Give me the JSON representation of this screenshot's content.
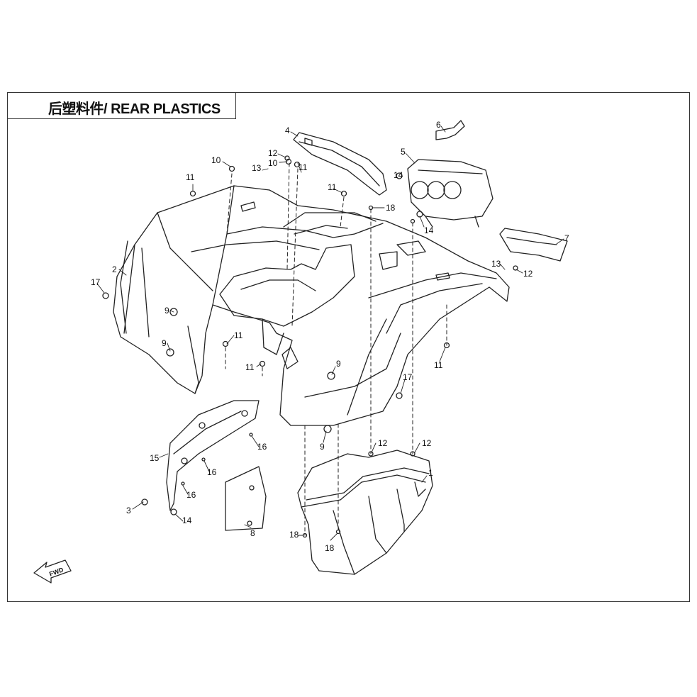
{
  "title": "后塑料件/ REAR PLASTICS",
  "fwd_label": "FWD",
  "callouts": [
    {
      "id": "c1",
      "text": "1"
    },
    {
      "id": "c2",
      "text": "2"
    },
    {
      "id": "c3",
      "text": "3"
    },
    {
      "id": "c4",
      "text": "4"
    },
    {
      "id": "c5",
      "text": "5"
    },
    {
      "id": "c6",
      "text": "6"
    },
    {
      "id": "c7",
      "text": "7"
    },
    {
      "id": "c8",
      "text": "8"
    },
    {
      "id": "c9a",
      "text": "9"
    },
    {
      "id": "c9b",
      "text": "9"
    },
    {
      "id": "c9c",
      "text": "9"
    },
    {
      "id": "c9d",
      "text": "9"
    },
    {
      "id": "c10a",
      "text": "10"
    },
    {
      "id": "c10b",
      "text": "10"
    },
    {
      "id": "c11a",
      "text": "11"
    },
    {
      "id": "c11b",
      "text": "11"
    },
    {
      "id": "c11c",
      "text": "11"
    },
    {
      "id": "c11d",
      "text": "11"
    },
    {
      "id": "c11e",
      "text": "11"
    },
    {
      "id": "c11f",
      "text": "11"
    },
    {
      "id": "c12a",
      "text": "12"
    },
    {
      "id": "c12b",
      "text": "12"
    },
    {
      "id": "c12c",
      "text": "12"
    },
    {
      "id": "c12d",
      "text": "12"
    },
    {
      "id": "c13a",
      "text": "13"
    },
    {
      "id": "c13b",
      "text": "13"
    },
    {
      "id": "c14a",
      "text": "14"
    },
    {
      "id": "c14b",
      "text": "14"
    },
    {
      "id": "c14c",
      "text": "14"
    },
    {
      "id": "c15",
      "text": "15"
    },
    {
      "id": "c16a",
      "text": "16"
    },
    {
      "id": "c16b",
      "text": "16"
    },
    {
      "id": "c16c",
      "text": "16"
    },
    {
      "id": "c17a",
      "text": "17"
    },
    {
      "id": "c17b",
      "text": "17"
    },
    {
      "id": "c18a",
      "text": "18"
    },
    {
      "id": "c18b",
      "text": "18"
    },
    {
      "id": "c18c",
      "text": "18"
    }
  ]
}
